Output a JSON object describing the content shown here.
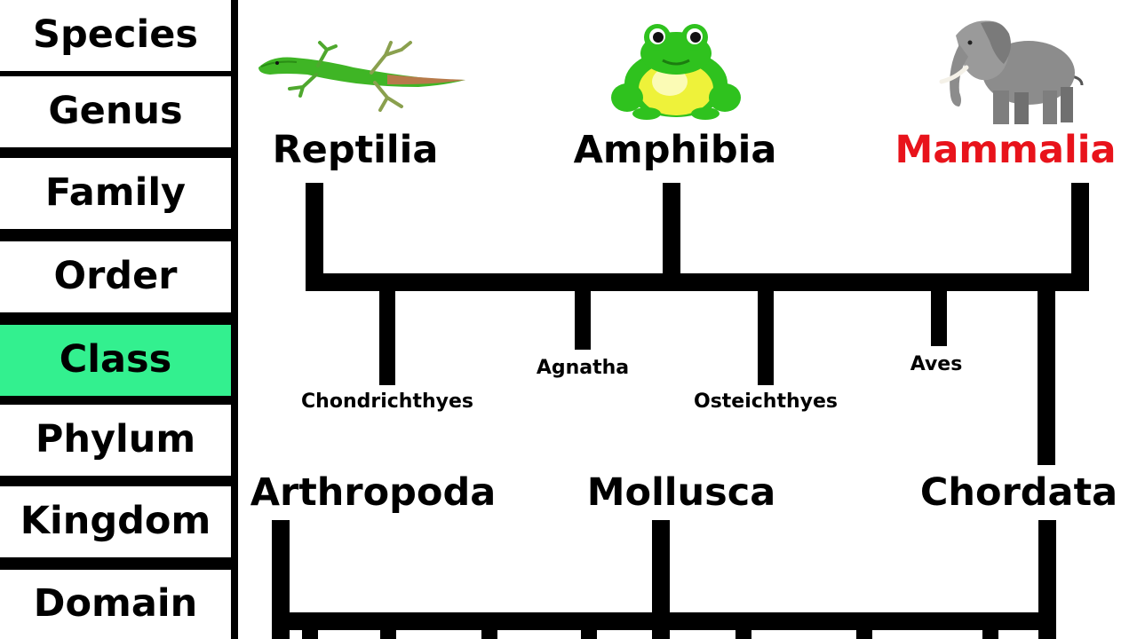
{
  "ranks": [
    {
      "label": "Species",
      "active": false
    },
    {
      "label": "Genus",
      "active": false
    },
    {
      "label": "Family",
      "active": false
    },
    {
      "label": "Order",
      "active": false
    },
    {
      "label": "Class",
      "active": true
    },
    {
      "label": "Phylum",
      "active": false
    },
    {
      "label": "Kingdom",
      "active": false
    },
    {
      "label": "Domain",
      "active": false
    }
  ],
  "colors": {
    "active_rank": "#33f08f",
    "highlight_text": "#e8131b",
    "line": "#000000"
  },
  "tree": {
    "classes_top": {
      "reptilia": {
        "label": "Reptilia",
        "icon": "lizard-icon"
      },
      "amphibia": {
        "label": "Amphibia",
        "icon": "frog-icon"
      },
      "mammalia": {
        "label": "Mammalia",
        "icon": "elephant-icon",
        "highlighted": true
      }
    },
    "classes_mid": {
      "chondrichthyes": "Chondrichthyes",
      "agnatha": "Agnatha",
      "osteichthyes": "Osteichthyes",
      "aves": "Aves"
    },
    "phyla": {
      "arthropoda": "Arthropoda",
      "mollusca": "Mollusca",
      "chordata": "Chordata"
    }
  }
}
